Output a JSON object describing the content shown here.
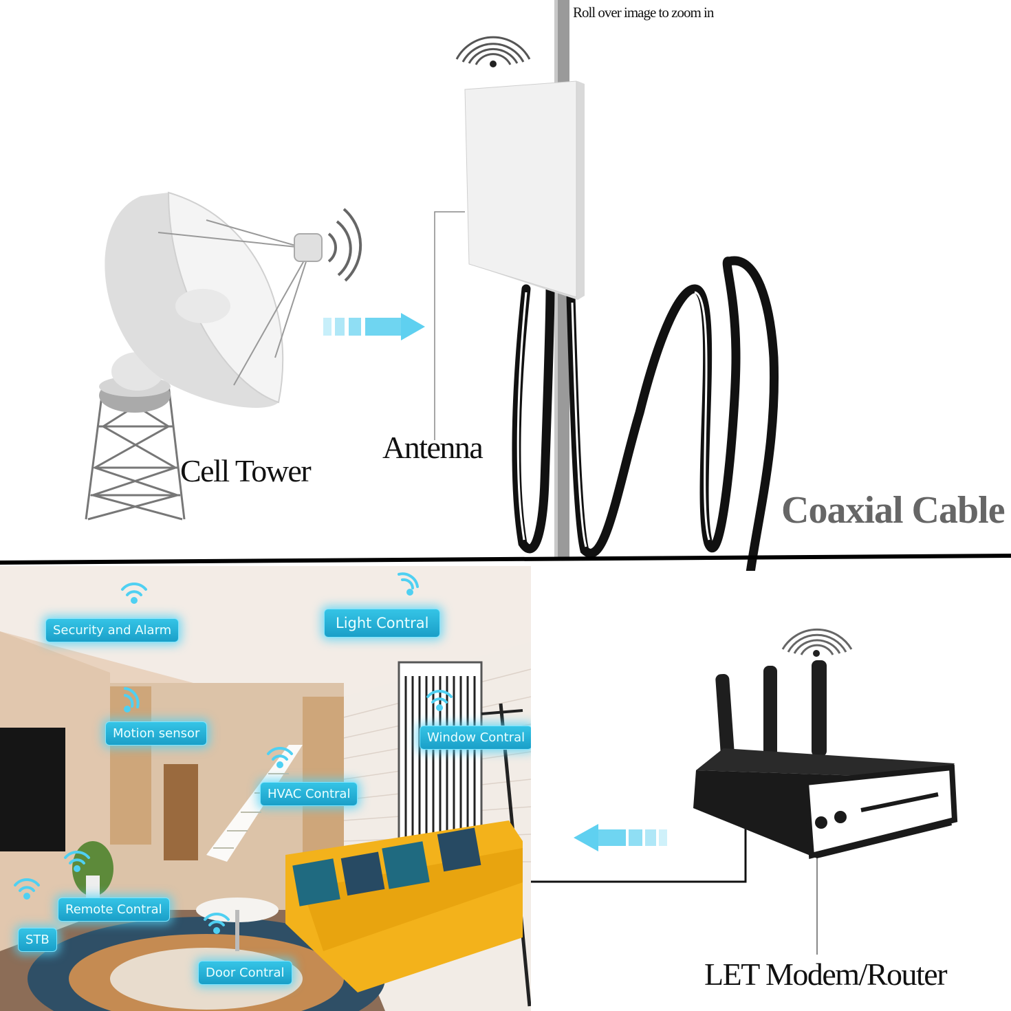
{
  "zoom_hint": "Roll over image to zoom in",
  "labels": {
    "cell_tower": "Cell Tower",
    "antenna": "Antenna",
    "coaxial_cable": "Coaxial Cable",
    "modem_router": "LET Modem/Router"
  },
  "room_tags": {
    "security": "Security and Alarm",
    "light": "Light Contral",
    "motion": "Motion sensor",
    "window": "Window Contral",
    "hvac": "HVAC Contral",
    "remote": "Remote Contral",
    "stb": "STB",
    "door": "Door Contral"
  },
  "colors": {
    "tag_fill": "#1fa9d2",
    "tag_glow": "#50d2f5",
    "arrow": "#5fd0f0",
    "cable": "#111111",
    "router_body": "#1a1a1a",
    "sofa": "#f3b21b"
  }
}
